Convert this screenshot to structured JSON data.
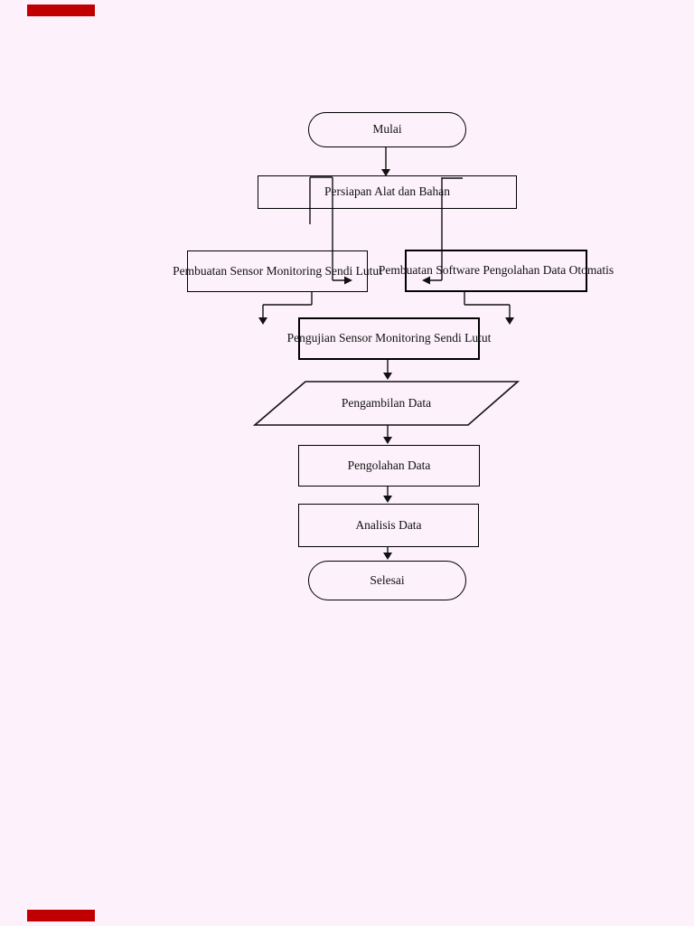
{
  "page": {
    "background_color": "#fdf1fb",
    "line_color": "#111111",
    "marker_color": "#c00000"
  },
  "flowchart": {
    "nodes": [
      {
        "id": "start",
        "type": "terminator",
        "label": "Mulai"
      },
      {
        "id": "persiapan",
        "type": "process",
        "label": "Persiapan Alat dan Bahan"
      },
      {
        "id": "sensor",
        "type": "process",
        "label": "Pembuatan Sensor Monitoring Sendi Lutut"
      },
      {
        "id": "software",
        "type": "process",
        "label": "Pembuatan Software Pengolahan Data Otomatis"
      },
      {
        "id": "pengujian",
        "type": "process",
        "label": "Pengujian Sensor Monitoring Sendi Lutut"
      },
      {
        "id": "pengambilan",
        "type": "input-output",
        "label": "Pengambilan Data"
      },
      {
        "id": "pengolahan",
        "type": "process",
        "label": "Pengolahan Data"
      },
      {
        "id": "analisis",
        "type": "process",
        "label": "Analisis Data"
      },
      {
        "id": "end",
        "type": "terminator",
        "label": "Selesai"
      }
    ]
  }
}
